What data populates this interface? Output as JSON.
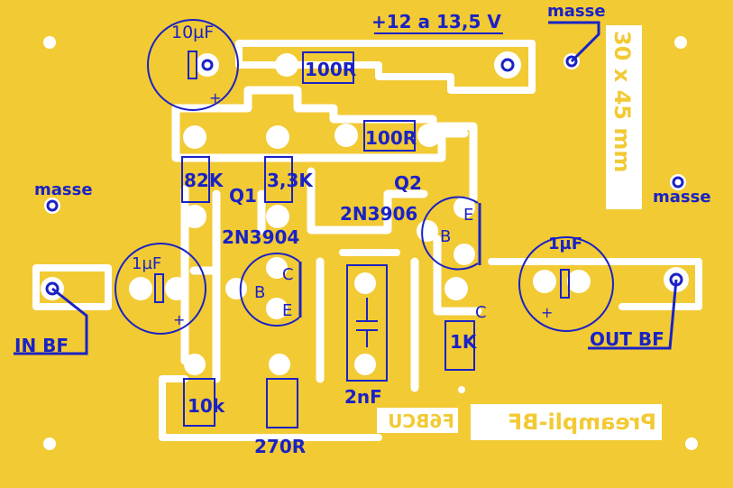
{
  "board": {
    "copper_color": "#f2ca34",
    "track_color": "#ffffff",
    "ink_color": "#1a22c4",
    "size_label": "30 x 45 mm",
    "title_label": "Preampli-BF",
    "callsign_label": "F6BCU"
  },
  "labels": {
    "supply": "+12 a 13,5 V",
    "masse_top": "masse",
    "masse_left": "masse",
    "masse_right": "masse",
    "in_bf": "IN BF",
    "out_bf": "OUT BF"
  },
  "components": {
    "c_10uf": "10µF",
    "r_100r_top": "100R",
    "r_100r_mid": "100R",
    "r_82k": "82K",
    "r_3_3k": "3,3K",
    "q1_name": "Q1",
    "q1_type": "2N3904",
    "q2_name": "Q2",
    "q2_type": "2N3906",
    "c_1uf_in": "1µF",
    "c_1uf_out": "1µF",
    "r_1k": "1K",
    "r_10k": "10k",
    "r_270r": "270R",
    "c_2nf": "2nF",
    "pin_b": "B",
    "pin_c": "C",
    "pin_e": "E",
    "plus": "+"
  }
}
